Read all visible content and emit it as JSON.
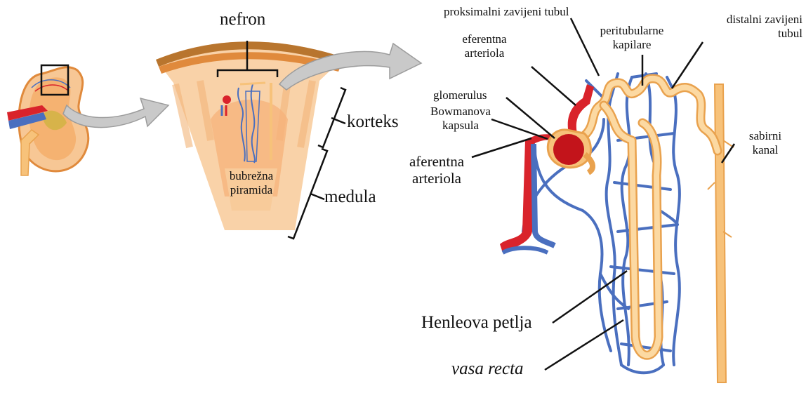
{
  "labels": {
    "nefron": "nefron",
    "korteks": "korteks",
    "medula": "medula",
    "bubrezna_piramida_line1": "bubrežna",
    "bubrezna_piramida_line2": "piramida",
    "proksimalni": "proksimalni zavijeni tubul",
    "eferentna_line1": "eferentna",
    "eferentna_line2": "arteriola",
    "peritubularne_line1": "peritubularne",
    "peritubularne_line2": "kapilare",
    "distalni_line1": "distalni zavijeni",
    "distalni_line2": "tubul",
    "glomerulus": "glomerulus",
    "bowman_line1": "Bowmanova",
    "bowman_line2": "kapsula",
    "aferentna_line1": "aferentna",
    "aferentna_line2": "arteriola",
    "sabirni_line1": "sabirni",
    "sabirni_line2": "kanal",
    "henle": "Henleova petlja",
    "vasa_recta": "vasa recta"
  },
  "colors": {
    "artery": "#d9232b",
    "vein": "#4a6fbf",
    "tubule": "#f7c27a",
    "tubule_outline": "#e9a24e",
    "kidney": "#f2a35a",
    "arrow": "#b5b5b5"
  }
}
